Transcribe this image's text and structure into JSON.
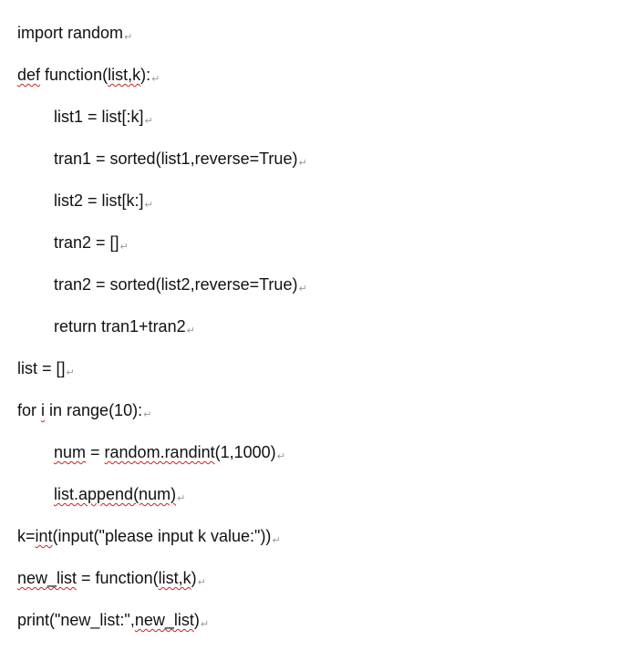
{
  "paragraph_mark": "↵",
  "lines": [
    {
      "indent": false,
      "segments": [
        {
          "text": "import random",
          "squiggle": false
        }
      ]
    },
    {
      "indent": false,
      "segments": [
        {
          "text": "def",
          "squiggle": true
        },
        {
          "text": " function(",
          "squiggle": false
        },
        {
          "text": "list,k",
          "squiggle": true
        },
        {
          "text": "):",
          "squiggle": false
        }
      ]
    },
    {
      "indent": true,
      "segments": [
        {
          "text": "list1 = list[:k]",
          "squiggle": false
        }
      ]
    },
    {
      "indent": true,
      "segments": [
        {
          "text": "tran1 = sorted(list1,reverse=True)",
          "squiggle": false
        }
      ]
    },
    {
      "indent": true,
      "segments": [
        {
          "text": "list2 = list[k:]",
          "squiggle": false
        }
      ]
    },
    {
      "indent": true,
      "segments": [
        {
          "text": "tran2 = []",
          "squiggle": false
        }
      ]
    },
    {
      "indent": true,
      "segments": [
        {
          "text": "tran2 = sorted(list2,reverse=True)",
          "squiggle": false
        }
      ]
    },
    {
      "indent": true,
      "segments": [
        {
          "text": "return tran1+tran2",
          "squiggle": false
        }
      ]
    },
    {
      "indent": false,
      "segments": [
        {
          "text": "list = []",
          "squiggle": false
        }
      ]
    },
    {
      "indent": false,
      "segments": [
        {
          "text": "for ",
          "squiggle": false
        },
        {
          "text": "i",
          "squiggle": true
        },
        {
          "text": " in range(10):",
          "squiggle": false
        }
      ]
    },
    {
      "indent": true,
      "segments": [
        {
          "text": "num",
          "squiggle": true
        },
        {
          "text": " = ",
          "squiggle": false
        },
        {
          "text": "random.randint",
          "squiggle": true
        },
        {
          "text": "(1,1000)",
          "squiggle": false
        }
      ]
    },
    {
      "indent": true,
      "segments": [
        {
          "text": "list.append(num)",
          "squiggle": true
        }
      ]
    },
    {
      "indent": false,
      "segments": [
        {
          "text": "k=",
          "squiggle": false
        },
        {
          "text": "int",
          "squiggle": true
        },
        {
          "text": "(input(\"please input k value:\"))",
          "squiggle": false
        }
      ]
    },
    {
      "indent": false,
      "segments": [
        {
          "text": "new_list",
          "squiggle": true
        },
        {
          "text": " = function(",
          "squiggle": false
        },
        {
          "text": "list,k",
          "squiggle": true
        },
        {
          "text": ")",
          "squiggle": false
        }
      ]
    },
    {
      "indent": false,
      "segments": [
        {
          "text": "print(\"new_list:\",",
          "squiggle": false
        },
        {
          "text": "new_list",
          "squiggle": true
        },
        {
          "text": ")",
          "squiggle": false
        }
      ]
    }
  ]
}
